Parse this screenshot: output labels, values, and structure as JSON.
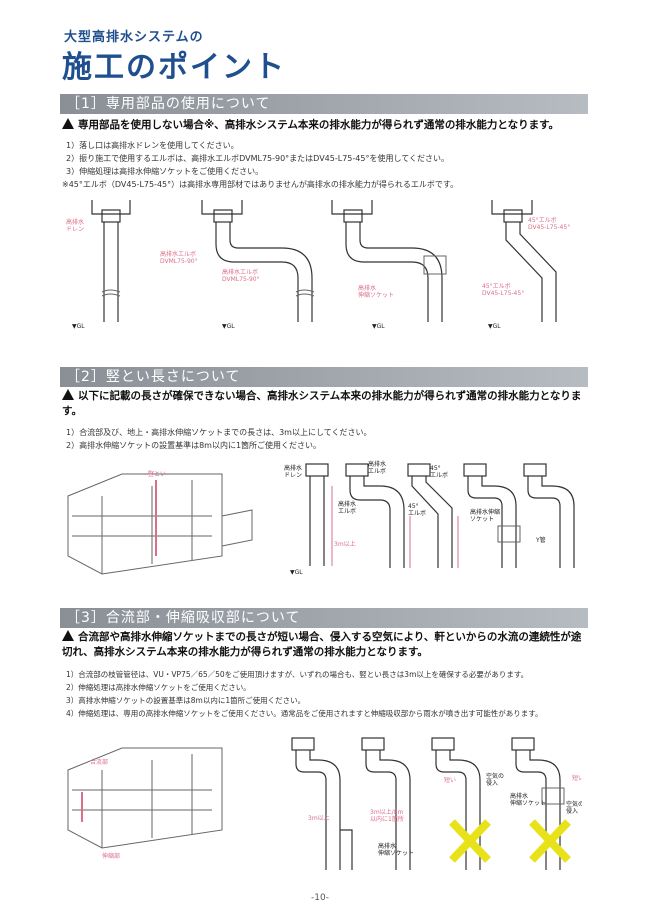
{
  "header": {
    "subtitle": "大型高排水システムの",
    "title": "施工のポイント"
  },
  "sections": [
    {
      "bar": "［1］専用部品の使用について",
      "warning": "専用部品を使用しない場合※、高排水システム本来の排水能力が得られず通常の排水能力となります。",
      "items": [
        "1）落し口は高排水ドレンを使用してください。",
        "2）振り施工で使用するエルボは、高排水エルボDVML75-90°またはDV45-L75-45°を使用してください。",
        "3）伸縮処理は高排水伸縮ソケットをご使用ください。",
        "※45°エルボ（DV45-L75-45°）は高排水専用部材ではありませんが高排水の排水能力が得られるエルボです。"
      ],
      "labels": {
        "drain": "高排水\nドレン",
        "elbow1": "高排水エルボ\nDVML75-90°",
        "elbow2": "高排水エルボ\nDVML75-90°",
        "socket": "高排水\n伸縮ソケット",
        "elbow45a": "45°エルボ\nDV45-L75-45°",
        "elbow45b": "45°エルボ\nDV45-L75-45°",
        "gl": "▼GL"
      }
    },
    {
      "bar": "［2］竪とい長さについて",
      "warning": "以下に記載の長さが確保できない場合、高排水システム本来の排水能力が得られず通常の排水能力となります。",
      "items": [
        "1）合流部及び、地上・高排水伸縮ソケットまでの長さは、3m以上にしてください。",
        "2）高排水伸縮ソケットの設置基準は8m以内に1箇所ご使用ください。"
      ],
      "labels": {
        "tatetoi": "竪とい",
        "drain": "高排水\nドレン",
        "elbow": "高排水\nエルボ",
        "elbow2": "高排水\nエルボ",
        "e45": "45°\nエルボ",
        "e45b": "45°\nエルボ",
        "socket": "高排水伸縮\nソケット",
        "y": "Y管",
        "min3": "3m以上",
        "gl": "▼GL"
      }
    },
    {
      "bar": "［3］合流部・伸縮吸収部について",
      "warning": "合流部や高排水伸縮ソケットまでの長さが短い場合、侵入する空気により、軒といからの水流の連続性が途切れ、高排水システム本来の排水能力が得られず通常の排水能力となります。",
      "items": [
        "1）合流部の枝管管径は、VU・VP75／65／50をご使用頂けますが、いずれの場合も、竪とい長さは3m以上を確保する必要があります。",
        "2）伸縮処理は高排水伸縮ソケットをご使用ください。",
        "3）高排水伸縮ソケットの設置基準は8m以内に1箇所ご使用ください。",
        "4）伸縮処理は、専用の高排水伸縮ソケットをご使用ください。通常品をご使用されますと伸縮吸収部から雨水が噴き出す可能性があります。"
      ],
      "labels": {
        "goryu": "合流部",
        "shinshuku": "伸縮部",
        "min3": "3m以上",
        "socket": "高排水\n伸縮ソケット",
        "short": "短い",
        "air": "空気の\n侵入",
        "socket2": "高排水\n伸縮ソケット",
        "air2": "空気の\n侵入",
        "short2": "短い",
        "min3b": "3m以上/8m\n以内に1箇所"
      }
    }
  ],
  "page_number": "-10-",
  "colors": {
    "title": "#1f4f8f",
    "bar": "#9aa0a6",
    "pink": "#d8708a",
    "cross": "#e8e21a"
  }
}
